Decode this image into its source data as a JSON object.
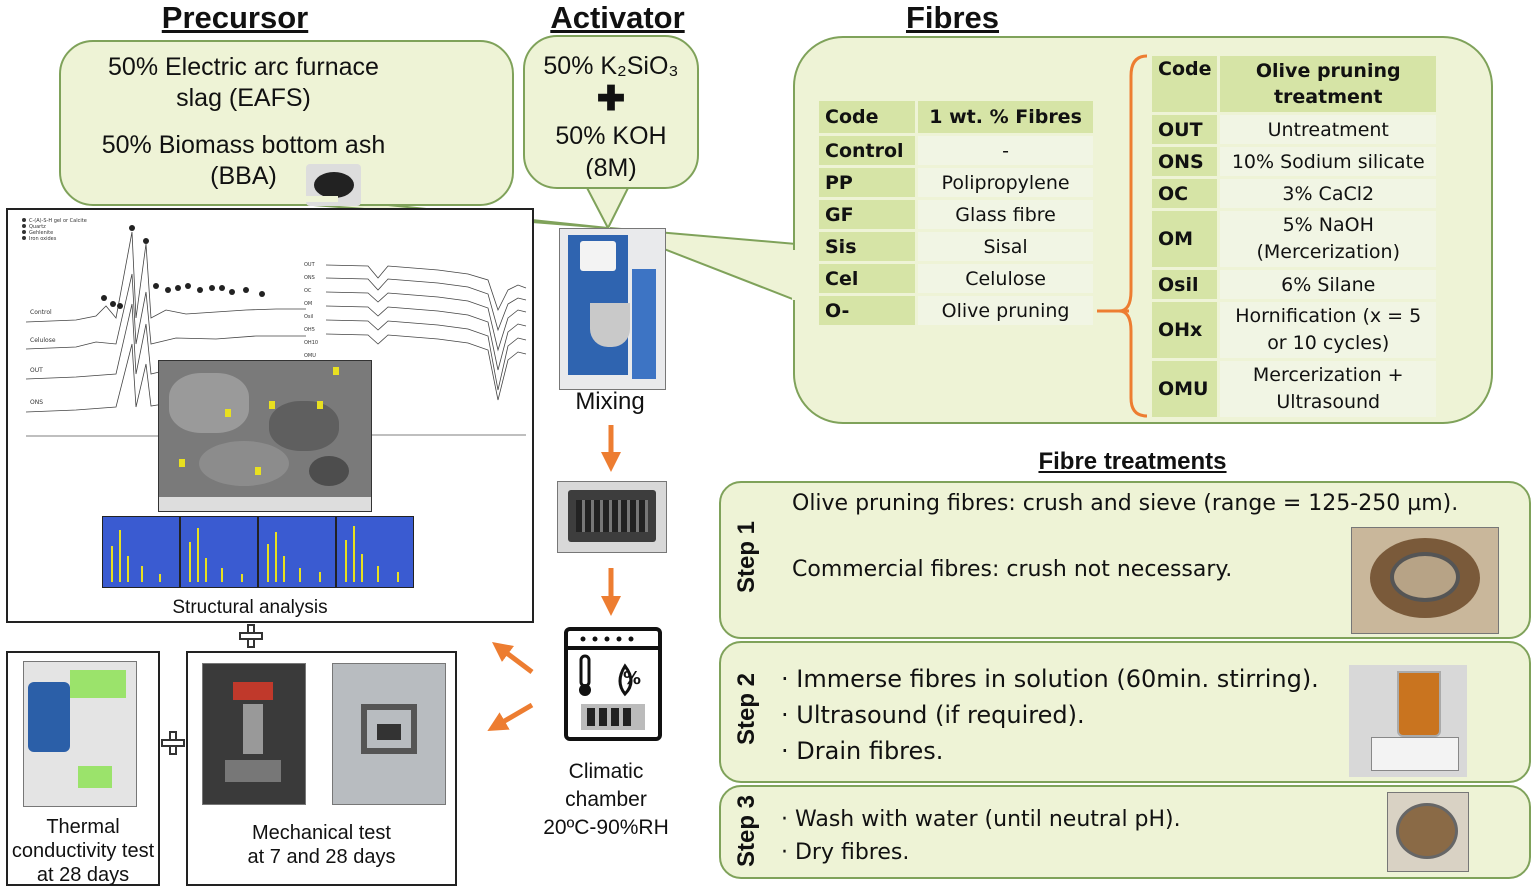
{
  "headers": {
    "precursor": "Precursor",
    "activator": "Activator",
    "fibres": "Fibres",
    "fibre_treatments": "Fibre treatments"
  },
  "precursor": {
    "line1": "50% Electric arc furnace",
    "line2": "slag (EAFS)",
    "line3": "50% Biomass bottom ash",
    "line4": "(BBA)"
  },
  "activator": {
    "k2sio3": "50%  K₂SiO₃",
    "plus": "✚",
    "koh": "50% KOH",
    "molarity": "(8M)"
  },
  "fibres_table": {
    "headers": [
      "Code",
      "1 wt. % Fibres"
    ],
    "rows": [
      [
        "Control",
        "-"
      ],
      [
        "PP",
        "Polipropylene"
      ],
      [
        "GF",
        "Glass fibre"
      ],
      [
        "Sis",
        "Sisal"
      ],
      [
        "Cel",
        "Celulose"
      ],
      [
        "O-",
        "Olive pruning"
      ]
    ]
  },
  "olive_table": {
    "headers": [
      "Code",
      "Olive pruning treatment"
    ],
    "rows": [
      [
        "OUT",
        "Untreatment"
      ],
      [
        "ONS",
        "10% Sodium silicate"
      ],
      [
        "OC",
        "3% CaCl2"
      ],
      [
        "OM",
        "5% NaOH (Mercerization)"
      ],
      [
        "Osil",
        "6% Silane"
      ],
      [
        "OHx",
        "Hornification (x = 5 or 10 cycles)"
      ],
      [
        "OMU",
        "Mercerization + Ultrasound"
      ]
    ]
  },
  "process": {
    "mixing": "Mixing",
    "climatic_line1": "Climatic",
    "climatic_line2": "chamber",
    "climatic_line3": "20ºC-90%RH"
  },
  "analysis": {
    "structural": "Structural analysis",
    "thermal_line1": "Thermal",
    "thermal_line2": "conductivity test",
    "thermal_line3": "at 28 days",
    "mech_line1": "Mechanical test",
    "mech_line2": "at 7 and 28 days"
  },
  "xrd": {
    "legend": [
      "C-(A)-S-H gel or Calcite",
      "Quartz",
      "Gehlenite",
      "Iron oxides"
    ],
    "samples": [
      "Control",
      "Celulose",
      "OUT",
      "ONS"
    ]
  },
  "ftir": {
    "samples": [
      "OUT",
      "ONS",
      "OC",
      "OM",
      "Osil",
      "OH5",
      "OH10",
      "OMU"
    ]
  },
  "steps": [
    {
      "label": "Step 1",
      "lines": [
        "Olive pruning fibres: crush and sieve (range = 125-250 µm).",
        "Commercial fibres: crush not necessary."
      ]
    },
    {
      "label": "Step 2",
      "lines": [
        "· Immerse fibres in solution (60min. stirring).",
        "· Ultrasound (if required).",
        "· Drain fibres."
      ]
    },
    {
      "label": "Step 3",
      "lines": [
        "· Wash with water (until neutral pH).",
        "· Dry fibres."
      ]
    }
  ],
  "colors": {
    "bubble_fill": "#eef3d6",
    "bubble_border": "#7fa25a",
    "table_code": "#d6e4a6",
    "arrow": "#ed7d31"
  }
}
